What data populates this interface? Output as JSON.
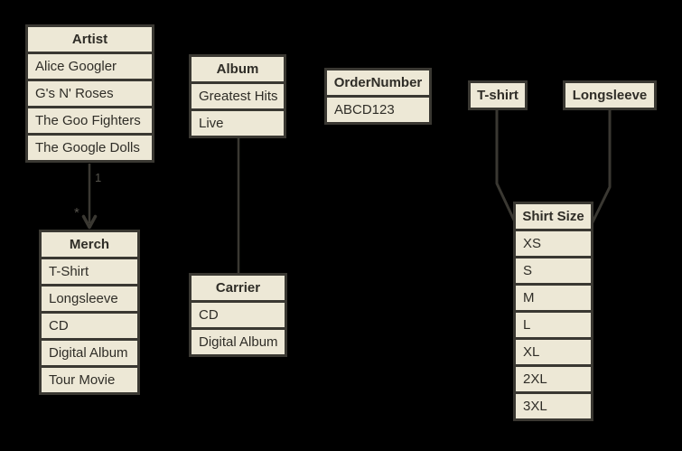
{
  "diagram": {
    "background_color": "#000000",
    "cell_color": "#EDE8D6",
    "border_color": "#3A3832",
    "text_color": "#2F2D27",
    "edge_label_color": "#55534C"
  },
  "tables": {
    "artist": {
      "header": "Artist",
      "rows": [
        "Alice Googler",
        "G's N' Roses",
        "The Goo Fighters",
        "The Google Dolls"
      ]
    },
    "album": {
      "header": "Album",
      "rows": [
        "Greatest Hits",
        "Live"
      ]
    },
    "order_number": {
      "header": "OrderNumber",
      "rows": [
        "ABCD123"
      ]
    },
    "tshirt": {
      "header": "T-shirt",
      "rows": []
    },
    "longsleeve": {
      "header": "Longsleeve",
      "rows": []
    },
    "merch": {
      "header": "Merch",
      "rows": [
        "T-Shirt",
        "Longsleeve",
        "CD",
        "Digital Album",
        "Tour Movie"
      ]
    },
    "carrier": {
      "header": "Carrier",
      "rows": [
        "CD",
        "Digital Album"
      ]
    },
    "shirt_size": {
      "header": "Shirt Size",
      "rows": [
        "XS",
        "S",
        "M",
        "L",
        "XL",
        "2XL",
        "3XL"
      ]
    }
  },
  "connectors": {
    "artist_merch": {
      "from": "Artist",
      "to": "Merch",
      "source_label": "1",
      "target_label": "*",
      "arrowhead": "vee"
    },
    "album_carrier": {
      "from": "Album",
      "to": "Carrier"
    },
    "tshirt_shirtsize": {
      "from": "T-shirt",
      "to": "Shirt Size"
    },
    "longsleeve_shirtsize": {
      "from": "Longsleeve",
      "to": "Shirt Size"
    }
  }
}
